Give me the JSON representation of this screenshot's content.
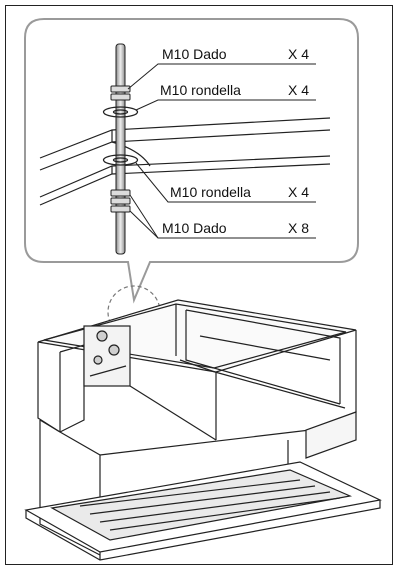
{
  "callout": {
    "items": [
      {
        "part": "M10 Dado",
        "qty": "X 4"
      },
      {
        "part": "M10 rondella",
        "qty": "X 4"
      },
      {
        "part": "M10 rondella",
        "qty": "X 4"
      },
      {
        "part": "M10 Dado",
        "qty": "X 8"
      }
    ]
  },
  "colors": {
    "outline": "#222222",
    "callout_border": "#9a9a9a",
    "shade": "#cfcfcf"
  }
}
